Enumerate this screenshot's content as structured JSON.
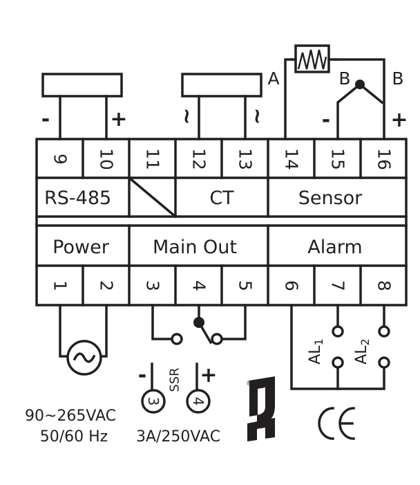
{
  "terminals": {
    "top": [
      "9",
      "10",
      "11",
      "12",
      "13",
      "14",
      "15",
      "16"
    ],
    "bottom": [
      "1",
      "2",
      "3",
      "4",
      "5",
      "6",
      "7",
      "8"
    ]
  },
  "sections": {
    "rs485": "RS-485",
    "ct": "CT",
    "sensor": "Sensor",
    "power": "Power",
    "main_out": "Main Out",
    "alarm": "Alarm"
  },
  "polarity": {
    "minus": "-",
    "plus": "+",
    "tilde": "~"
  },
  "sensor_labels": {
    "a": "A",
    "b1": "B",
    "b2": "B"
  },
  "ssr": {
    "label": "SSR",
    "pin_minus": "3",
    "pin_plus": "4"
  },
  "alarm_labels": {
    "al1_main": "AL",
    "al1_sub": "1",
    "al2_main": "AL",
    "al2_sub": "2"
  },
  "power_spec": {
    "line1": "90~265VAC",
    "line2": "50/60 Hz"
  },
  "ssr_spec": "3A/250VAC",
  "marks": {
    "ul_icon": "ul-recognized-icon",
    "ce_icon": "ce-mark-icon",
    "registered": "®"
  }
}
